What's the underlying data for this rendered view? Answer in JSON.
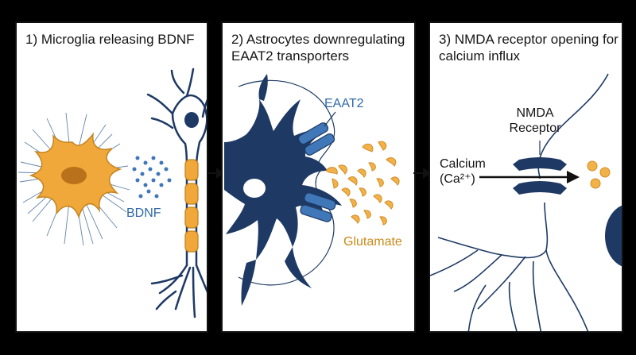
{
  "panels": [
    {
      "title": "1) Microglia releasing BDNF",
      "labels": {
        "bdnf": "BDNF"
      }
    },
    {
      "title": "2) Astrocytes downregulating EAAT2 transporters",
      "labels": {
        "eaat2": "EAAT2",
        "glutamate": "Glutamate"
      }
    },
    {
      "title": "3) NMDA receptor opening for calcium influx",
      "labels": {
        "nmda_line1": "NMDA",
        "nmda_line2": "Receptor",
        "calcium_line1": "Calcium",
        "calcium_line2": "(Ca²⁺)"
      }
    }
  ],
  "colors": {
    "navy": "#1e3a64",
    "orange": "#f0a83a",
    "orange_dark": "#c4831f",
    "blue": "#3f77b8",
    "glutamate": "#f2b24a"
  }
}
